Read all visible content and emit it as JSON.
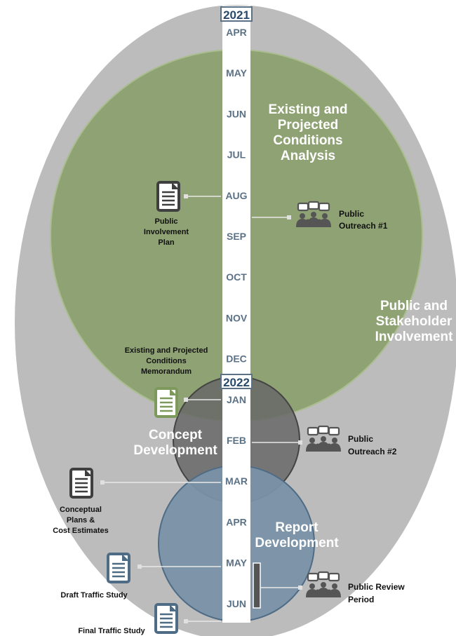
{
  "years": {
    "y2021": "2021",
    "y2022": "2022"
  },
  "months": [
    "APR",
    "MAY",
    "JUN",
    "JUL",
    "AUG",
    "SEP",
    "OCT",
    "NOV",
    "DEC",
    "JAN",
    "FEB",
    "MAR",
    "APR",
    "MAY",
    "JUN"
  ],
  "phases": {
    "existing": [
      "Existing and",
      "Projected",
      "Conditions",
      "Analysis"
    ],
    "public": [
      "Public and",
      "Stakeholder",
      "Involvement"
    ],
    "concept": [
      "Concept",
      "Development"
    ],
    "report": [
      "Report",
      "Development"
    ]
  },
  "deliverables": {
    "pip": [
      "Public",
      "Involvement",
      "Plan"
    ],
    "ecm": [
      "Existing and Projected",
      "Conditions",
      "Memorandum"
    ],
    "cpce": [
      "Conceptual",
      "Plans &",
      "Cost Estimates"
    ],
    "dts": [
      "Draft Traffic Study"
    ],
    "fts": [
      "Final Traffic Study"
    ]
  },
  "events": {
    "po1": [
      "Public",
      "Outreach #1"
    ],
    "po2": [
      "Public",
      "Outreach #2"
    ],
    "prp": [
      "Public Review",
      "Period"
    ]
  },
  "colors": {
    "outer": "#bcbcbc",
    "green": "#8fa274",
    "dark": "#686868",
    "blue": "#7a92a8",
    "month_text": "#5b7185",
    "doc_dark": "#3f3f3f",
    "doc_green": "#7d9a5c",
    "doc_blue": "#4f6c86"
  }
}
